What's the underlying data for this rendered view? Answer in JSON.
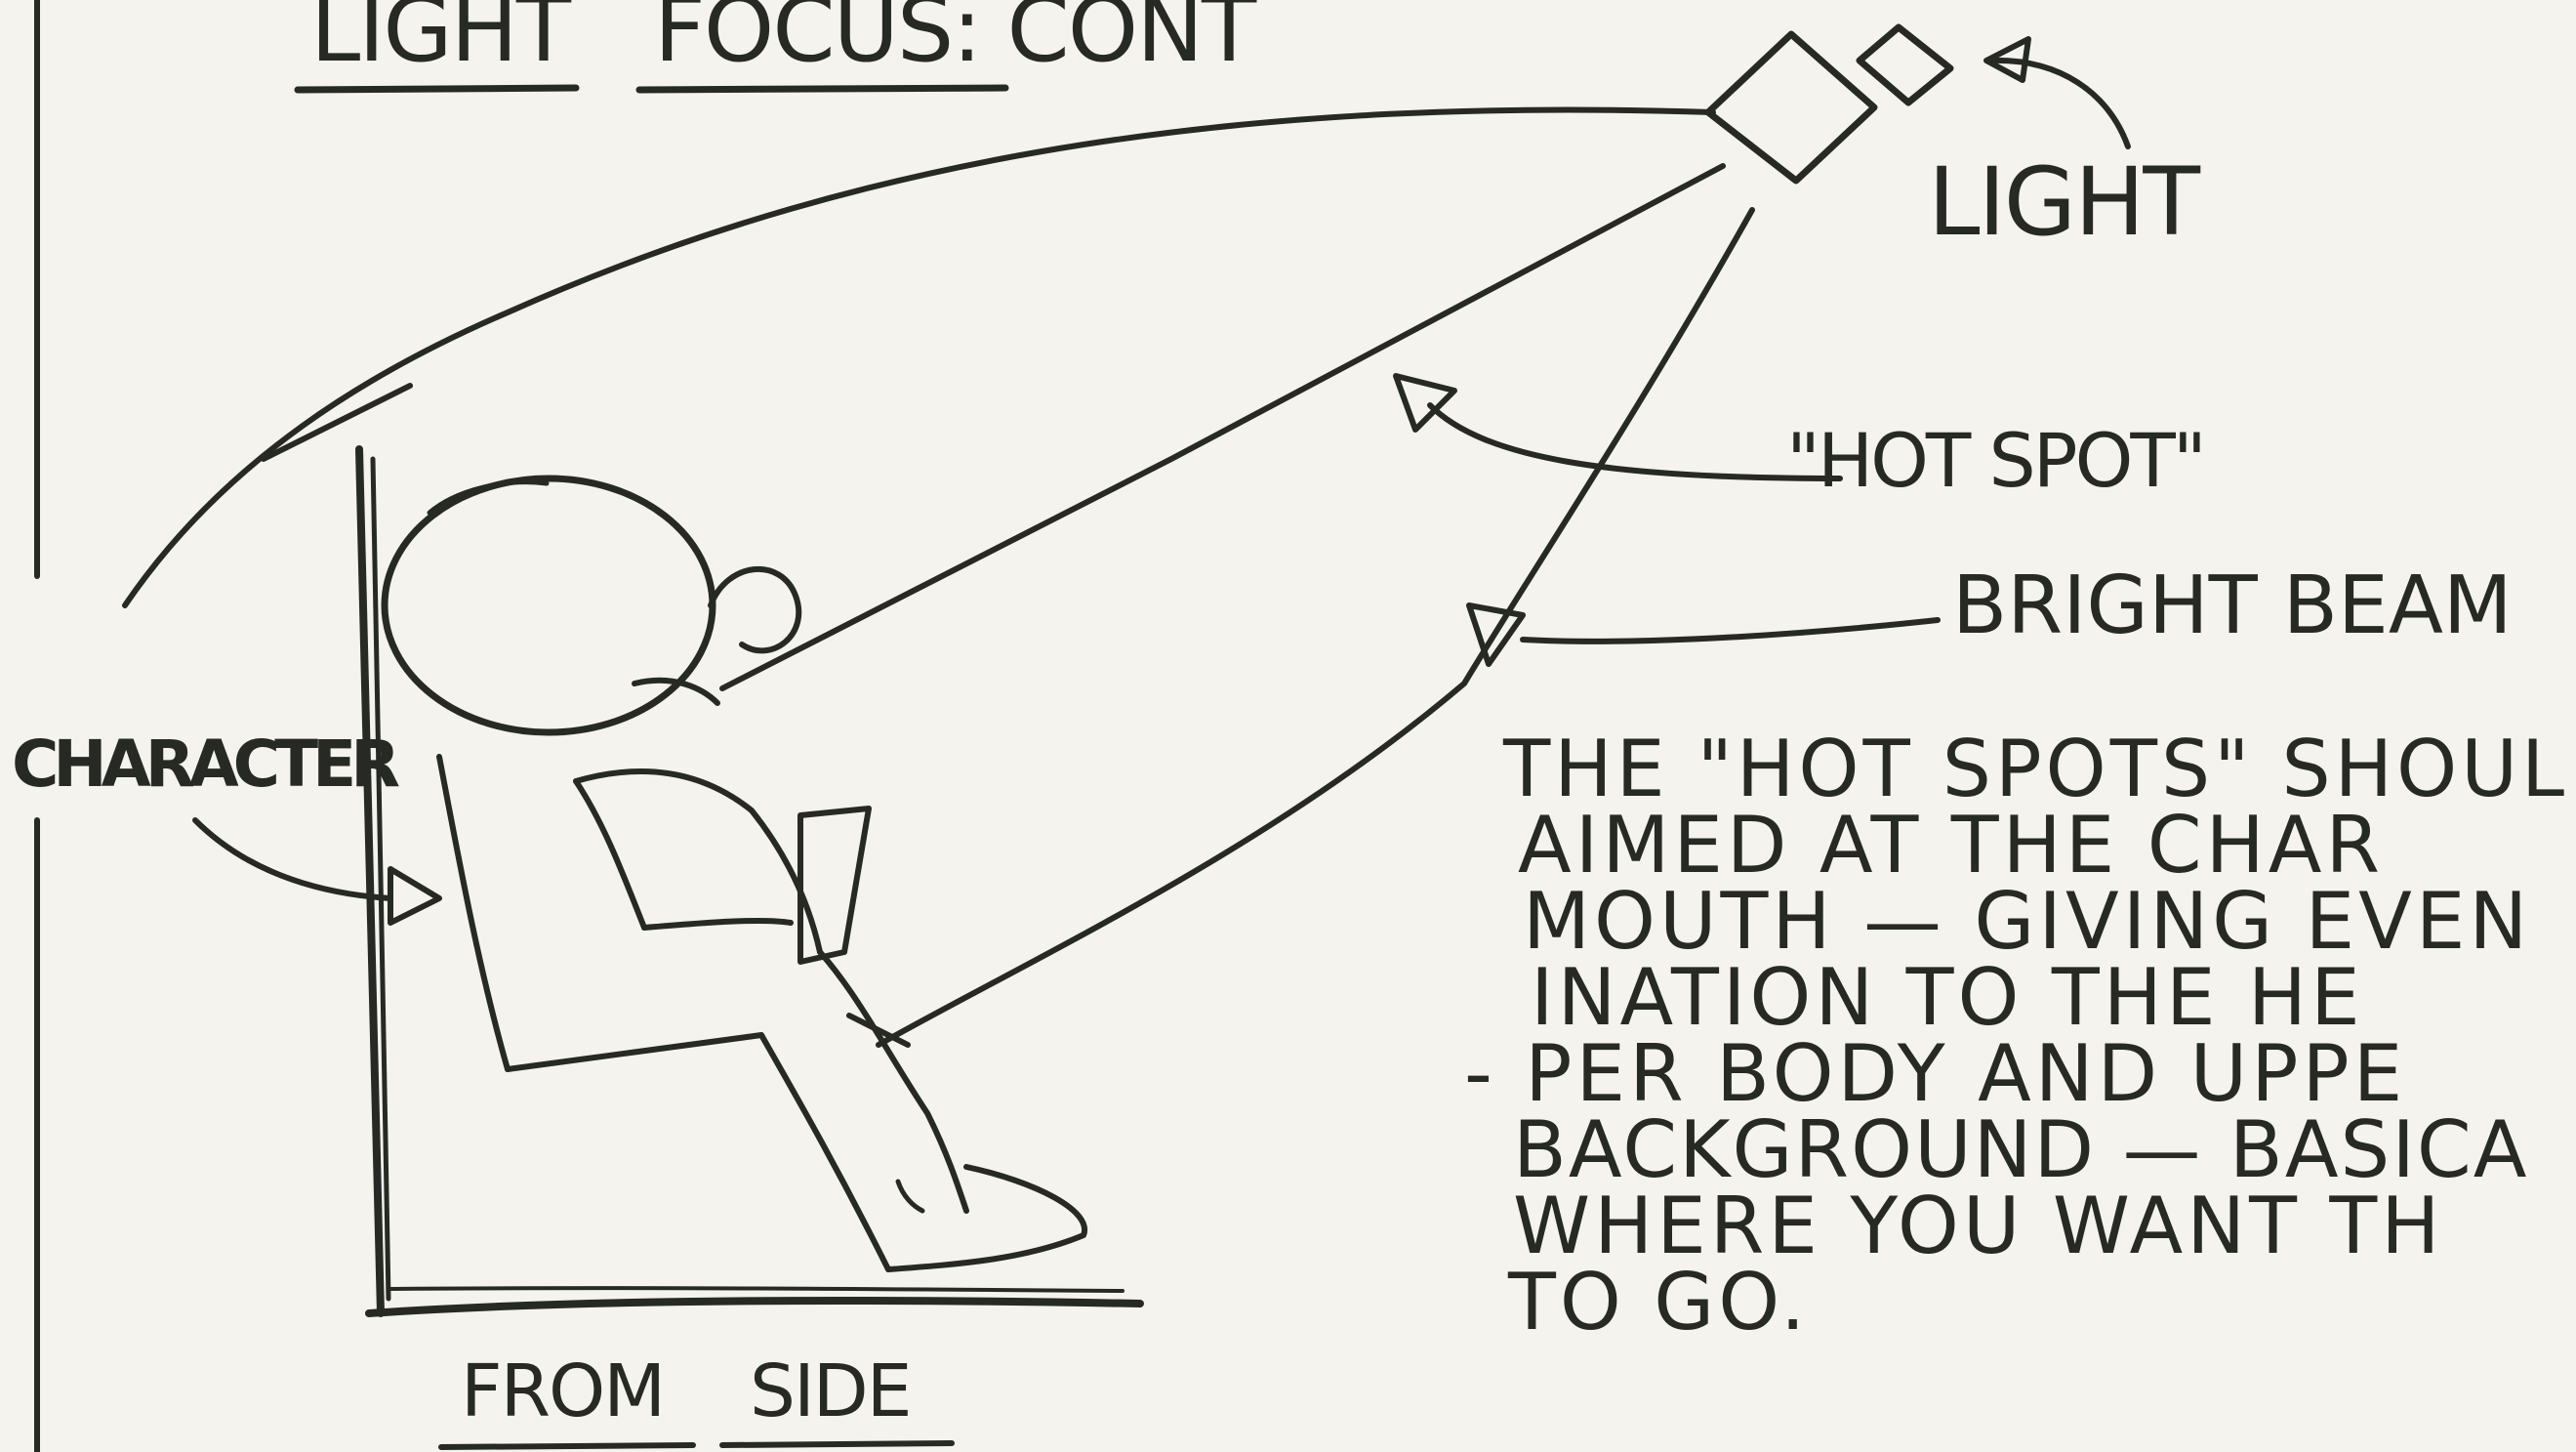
{
  "heading": {
    "part1": "LIGHT",
    "part2": "FOCUS: CONT"
  },
  "labels": {
    "light": "LIGHT",
    "hot_spot": "\"HOT SPOT\"",
    "bright_beam": "BRIGHT BEAM",
    "character": "CHARACTER",
    "from_side_1": "FROM",
    "from_side_2": "SIDE"
  },
  "note_lines": [
    "THE \"HOT SPOTS\" SHOUL",
    "AIMED AT THE CHAR",
    "MOUTH — GIVING EVEN",
    "INATION TO THE HE",
    "- PER BODY AND UPPE",
    "BACKGROUND — BASICA",
    "WHERE YOU WANT TH",
    "TO GO."
  ],
  "colors": {
    "paper": "#f4f3ee",
    "ink": "#272a24"
  }
}
